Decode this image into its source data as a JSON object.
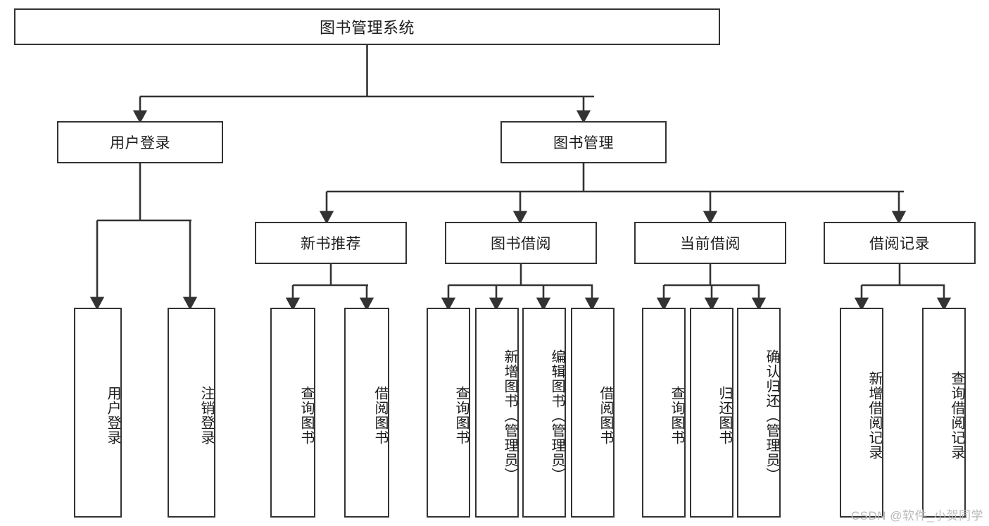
{
  "diagram": {
    "title": "图书管理系统",
    "type": "tree-hierarchy-diagram",
    "watermark": "CSDN @软件_小贺同学",
    "colors": {
      "stroke": "#333333",
      "fill": "#ffffff",
      "text": "#1b1b1b",
      "watermark": "#b9b9b9"
    },
    "root": {
      "label": "图书管理系统"
    },
    "level2": [
      {
        "id": "user-login",
        "label": "用户登录"
      },
      {
        "id": "book-management",
        "label": "图书管理"
      }
    ],
    "level3": [
      {
        "id": "new-book-recommend",
        "label": "新书推荐",
        "parent": "book-management"
      },
      {
        "id": "book-borrow",
        "label": "图书借阅",
        "parent": "book-management"
      },
      {
        "id": "current-borrow",
        "label": "当前借阅",
        "parent": "book-management"
      },
      {
        "id": "borrow-record",
        "label": "借阅记录",
        "parent": "book-management"
      }
    ],
    "leaves": {
      "user-login": [
        {
          "id": "leaf-user-login",
          "label": "用户登录"
        },
        {
          "id": "leaf-logout-login",
          "label": "注销登录"
        }
      ],
      "new-book-recommend": [
        {
          "id": "leaf-query-book-1",
          "label": "查询图书"
        },
        {
          "id": "leaf-borrow-book-1",
          "label": "借阅图书"
        }
      ],
      "book-borrow": [
        {
          "id": "leaf-query-book-2",
          "label": "查询图书"
        },
        {
          "id": "leaf-add-book",
          "label": "新增图书（管理员）"
        },
        {
          "id": "leaf-edit-book",
          "label": "编辑图书（管理员）"
        },
        {
          "id": "leaf-borrow-book-2",
          "label": "借阅图书"
        }
      ],
      "current-borrow": [
        {
          "id": "leaf-query-book-3",
          "label": "查询图书"
        },
        {
          "id": "leaf-return-book",
          "label": "归还图书"
        },
        {
          "id": "leaf-confirm-return",
          "label": "确认归还（管理员）"
        }
      ],
      "borrow-record": [
        {
          "id": "leaf-add-record",
          "label": "新增借阅记录"
        },
        {
          "id": "leaf-query-record",
          "label": "查询借阅记录"
        }
      ]
    }
  }
}
